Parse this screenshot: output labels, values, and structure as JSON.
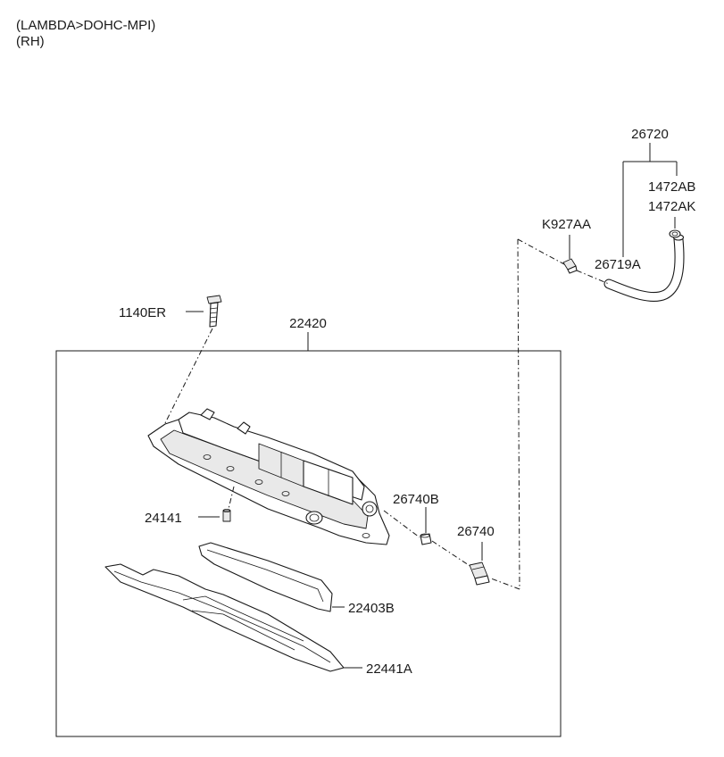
{
  "header": {
    "line1": "(LAMBDA>DOHC-MPI)",
    "line2": "(RH)"
  },
  "parts": {
    "p26720": "26720",
    "p1472AB": "1472AB",
    "p1472AK": "1472AK",
    "pK927AA": "K927AA",
    "p26719A": "26719A",
    "p1140ER": "1140ER",
    "p22420": "22420",
    "p26740B": "26740B",
    "p24141": "24141",
    "p26740": "26740",
    "p22403B": "22403B",
    "p22441A": "22441A"
  }
}
